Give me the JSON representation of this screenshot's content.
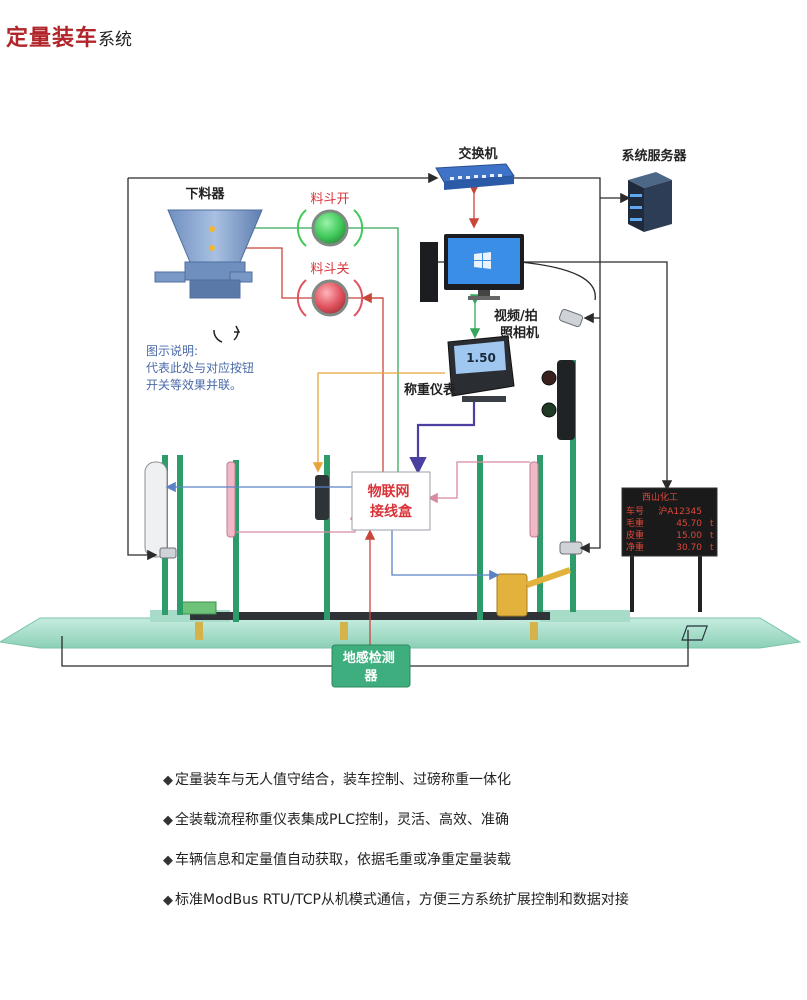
{
  "title": {
    "main": "定量装车",
    "sub": "系统"
  },
  "components": {
    "switch": "交换机",
    "server": "系统服务器",
    "hopper": "下料器",
    "btn_open": "料斗开",
    "btn_close": "料斗关",
    "legend_title": "图示说明:",
    "legend_line1": "代表此处与对应按钮",
    "legend_line2": "开关等效果并联。",
    "camera": "视频/拍\n照相机",
    "weigh_indicator": "称重仪表",
    "iot_box": "物联网\n接线盒",
    "ground_sensor": "地感检测\n器"
  },
  "indicator_screen": {
    "value": "1.50"
  },
  "display_board": {
    "header": "西山化工",
    "rows": [
      {
        "label": "车号",
        "value": "沪A12345",
        "unit": ""
      },
      {
        "label": "毛重",
        "value": "45.70",
        "unit": "t"
      },
      {
        "label": "皮重",
        "value": "15.00",
        "unit": "t"
      },
      {
        "label": "净重",
        "value": "30.70",
        "unit": "t"
      }
    ]
  },
  "features": [
    "定量装车与无人值守结合，装车控制、过磅称重一体化",
    "全装载流程称重仪表集成PLC控制，灵活、高效、准确",
    "车辆信息和定量值自动获取，依据毛重或净重定量装载",
    "标准ModBus RTU/TCP从机模式通信，方便三方系统扩展控制和数据对接"
  ],
  "colors": {
    "title_red": "#b0242a",
    "label_blue": "#4a6aa8",
    "label_red": "#d9343a",
    "pole_green": "#2e9c6a",
    "platform_green": "#9fd8c3",
    "wire_dark": "#2b2b2b",
    "wire_green": "#36a65a",
    "wire_red": "#c9453a",
    "wire_orange": "#e7a43a",
    "wire_blue": "#5b82c4",
    "wire_pink": "#d88aa0",
    "wire_purple": "#4b3fa0",
    "green_light": "#41c95a",
    "red_light": "#e0535e"
  }
}
